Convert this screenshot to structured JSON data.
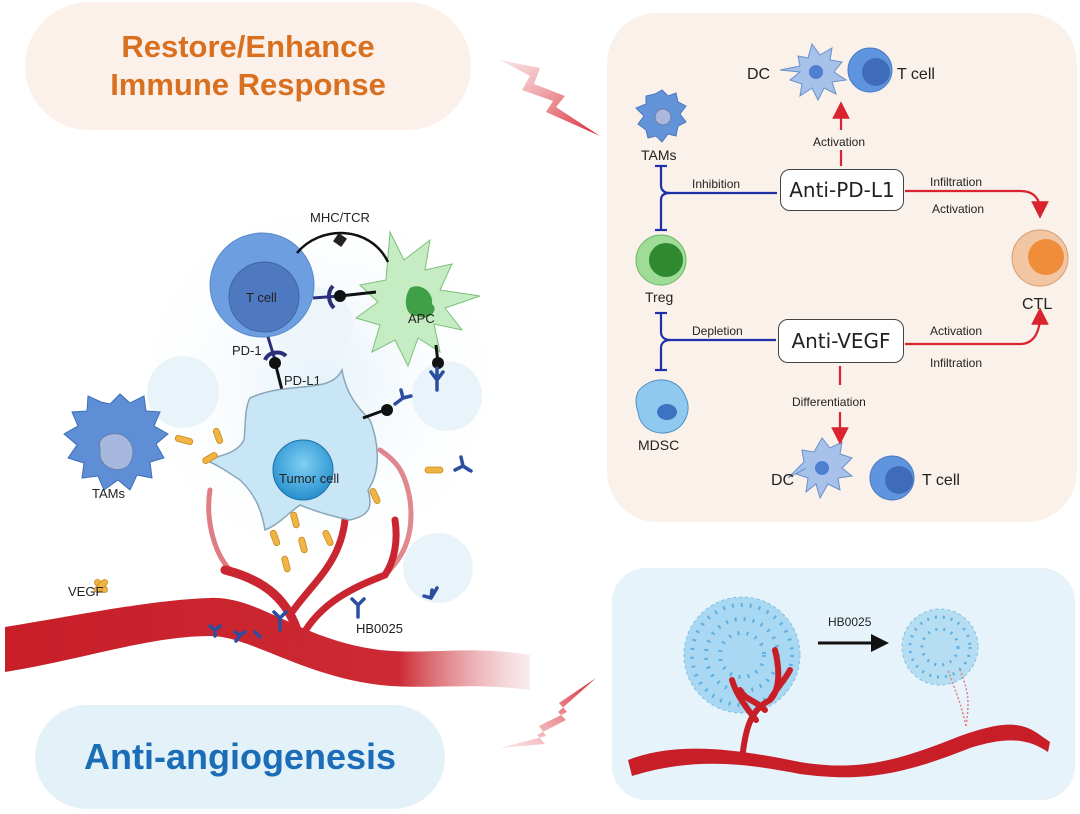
{
  "headings": {
    "immune": [
      "Restore/Enhance",
      "Immune Response"
    ],
    "angiogenesis": "Anti-angiogenesis"
  },
  "colors": {
    "immune_text": "#d9701f",
    "immune_bg": "#fbf1ea",
    "angio_text": "#1a6db6",
    "angio_bg": "#e3f1f9",
    "inhibit_line": "#1f2fa8",
    "activate_line": "#d9232e",
    "vessel": "#c81e28"
  },
  "left_panel": {
    "cells": {
      "t_cell": "T cell",
      "apc": "APC",
      "tumor_cell": "Tumor cell",
      "tams": "TAMs"
    },
    "receptors": {
      "mhc_tcr": "MHC/TCR",
      "pd1": "PD-1",
      "pdl1": "PD-L1"
    },
    "molecules": {
      "vegf": "VEGF",
      "drug": "HB0025"
    }
  },
  "mechanism_panel": {
    "nodes": {
      "anti_pdl1": "Anti-PD-L1",
      "anti_vegf": "Anti-VEGF",
      "tams": "TAMs",
      "treg": "Treg",
      "mdsc": "MDSC",
      "ctl": "CTL",
      "dc_top": "DC",
      "tcell_top": "T cell",
      "dc_bottom": "DC",
      "tcell_bottom": "T cell"
    },
    "edges": {
      "pdl1_up": "Activation",
      "pdl1_left": "Inhibition",
      "pdl1_right_top": "Infiltration",
      "pdl1_right_bottom": "Activation",
      "vegf_left": "Depletion",
      "vegf_right_top": "Activation",
      "vegf_right_bottom": "Infiltration",
      "vegf_down": "Differentiation"
    }
  },
  "angio_panel": {
    "arrow_label": "HB0025"
  }
}
